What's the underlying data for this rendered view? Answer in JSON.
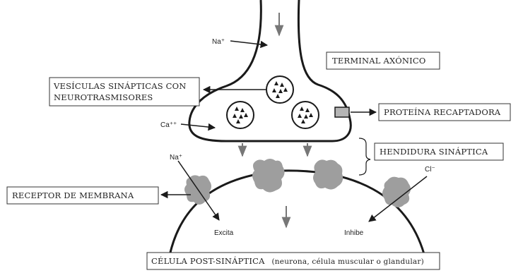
{
  "labels": {
    "terminal_axonico": "TERMINAL AXÓNICO",
    "vesiculas_line1": "VESÍCULAS SINÁPTICAS CON",
    "vesiculas_line2": "NEUROTRASMISORES",
    "proteina": "PROTEÍNA RECAPTADORA",
    "hendidura": "HENDIDURA SINÁPTICA",
    "receptor": "RECEPTOR DE MEMBRANA",
    "celula_prefix": "CÉLULA POST-SINÁPTICA",
    "celula_suffix": "(neurona, célula muscular o glandular)",
    "na_top": "Na⁺",
    "ca": "Ca⁺⁺",
    "na_bottom": "Na⁺",
    "cl": "Cl⁻",
    "excita": "Excita",
    "inhibe": "Inhibe"
  },
  "colors": {
    "line": "#1a1a1a",
    "receptor_fill": "#9e9e9e",
    "protein_fill": "#b5b5b5"
  }
}
